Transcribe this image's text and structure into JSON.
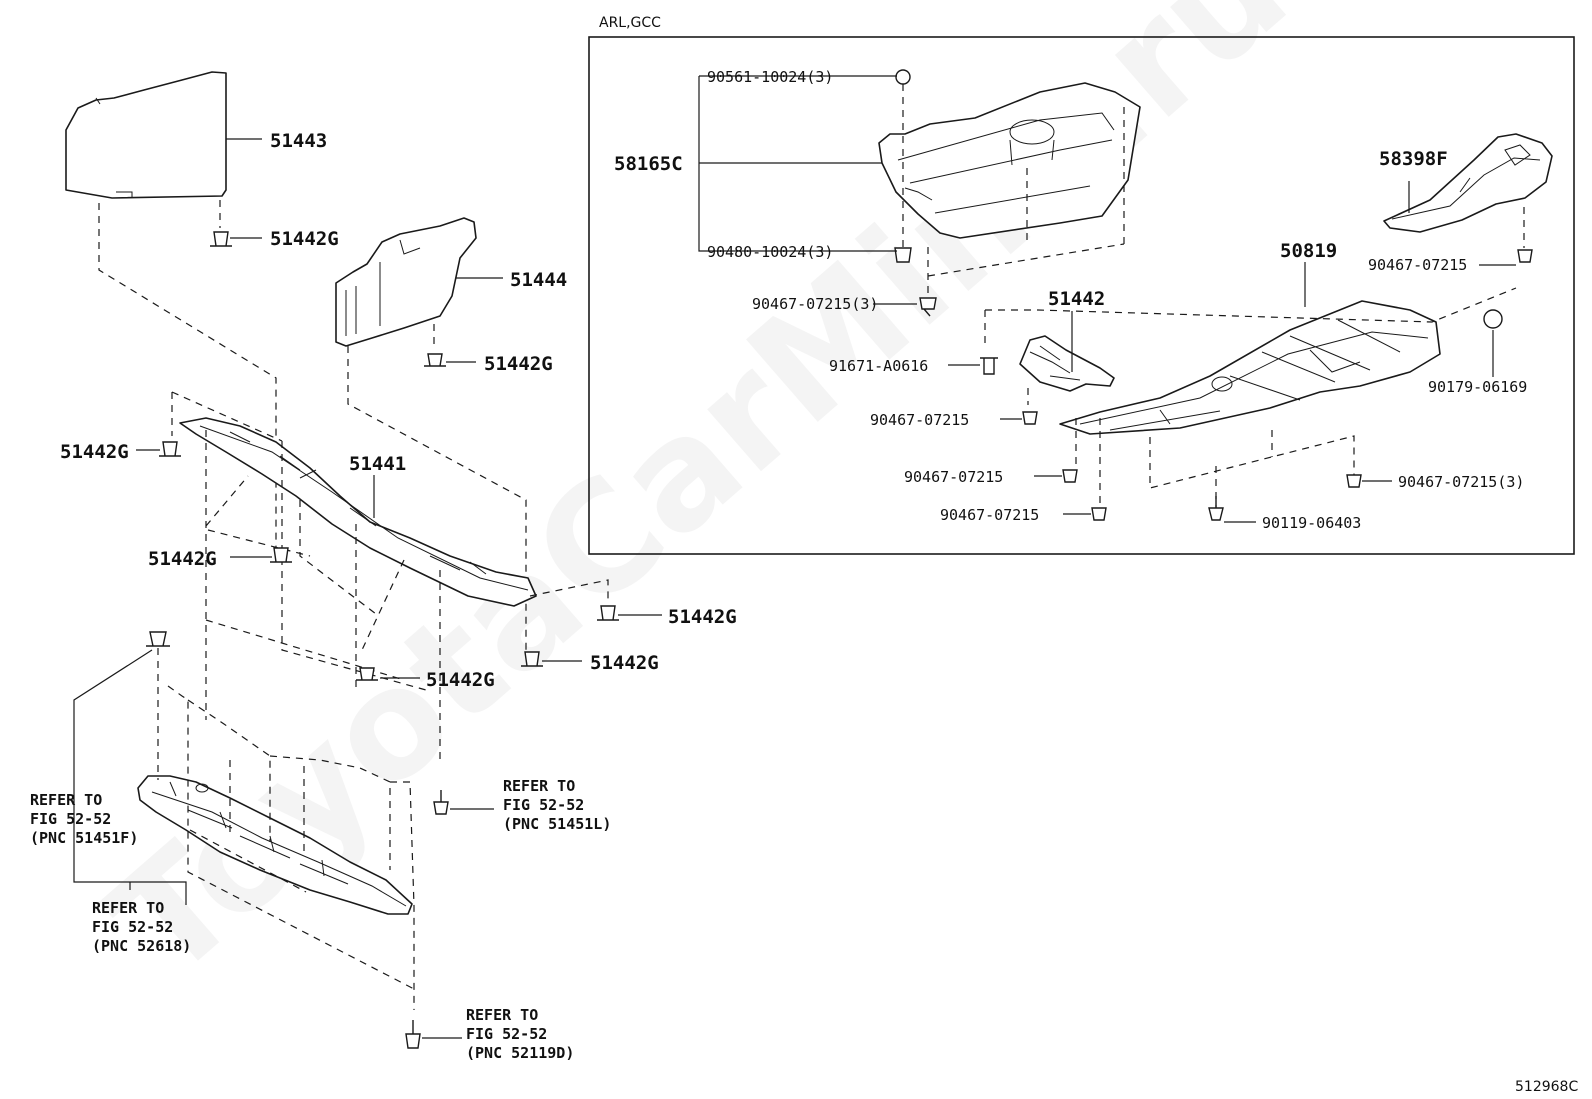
{
  "watermark": "ToyotaCarMine.ru",
  "diagram_code": "512968C",
  "inset": {
    "title": "ARL,GCC",
    "labels": {
      "p90561": "90561-10024(3)",
      "p58165C": "58165C",
      "p90480": "90480-10024(3)",
      "p90467_tray": "90467-07215(3)",
      "p58398F": "58398F",
      "p90467_bracket": "90467-07215",
      "p50819": "50819",
      "p51442": "51442",
      "p91671": "91671-A0616",
      "p90467_a": "90467-07215",
      "p90467_b": "90467-07215",
      "p90467_c": "90467-07215",
      "p90179": "90179-06169",
      "p90467_d": "90467-07215(3)",
      "p90119": "90119-06403"
    }
  },
  "main": {
    "labels": {
      "p51443": "51443",
      "p51442G_1": "51442G",
      "p51444": "51444",
      "p51442G_2": "51442G",
      "p51442G_3": "51442G",
      "p51441": "51441",
      "p51442G_4": "51442G",
      "p51442G_5": "51442G",
      "p51442G_6": "51442G",
      "p51442G_7": "51442G"
    },
    "refs": {
      "ref_51451F": [
        "REFER TO",
        "FIG 52-52",
        "(PNC 51451F)"
      ],
      "ref_51451L": [
        "REFER TO",
        "FIG 52-52",
        "(PNC 51451L)"
      ],
      "ref_52618": [
        "REFER TO",
        "FIG 52-52",
        "(PNC 52618)"
      ],
      "ref_52119D": [
        "REFER TO",
        "FIG 52-52",
        "(PNC 52119D)"
      ]
    }
  }
}
